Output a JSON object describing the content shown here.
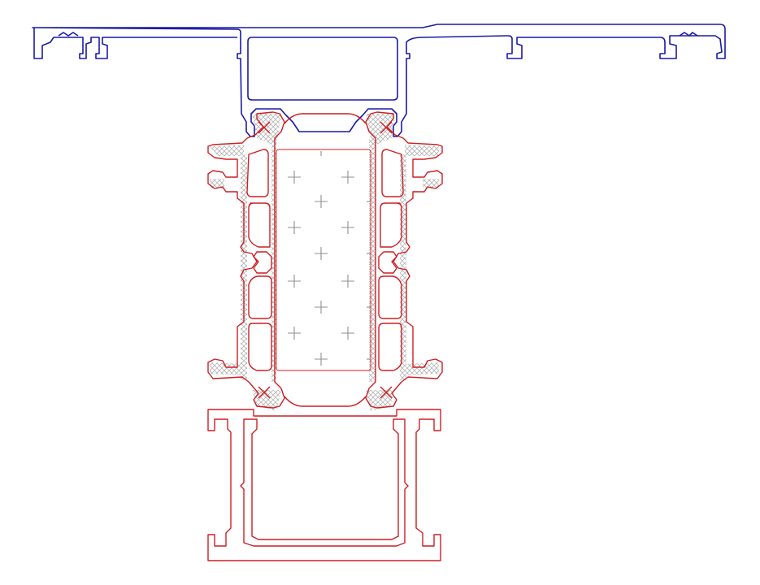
{
  "drawing": {
    "colors": {
      "blue_profile": "#1a1aa8",
      "red_profile": "#cc1f24",
      "hatch": "#b7b7b7",
      "insulation_cross": "#8f8f8f",
      "background": "#ffffff"
    },
    "components": [
      "blue-top-profile",
      "red-middle-sash-left",
      "red-middle-sash-right",
      "insulation-panel",
      "red-bottom-profile"
    ],
    "insulation_marks": "plus-crosses"
  }
}
